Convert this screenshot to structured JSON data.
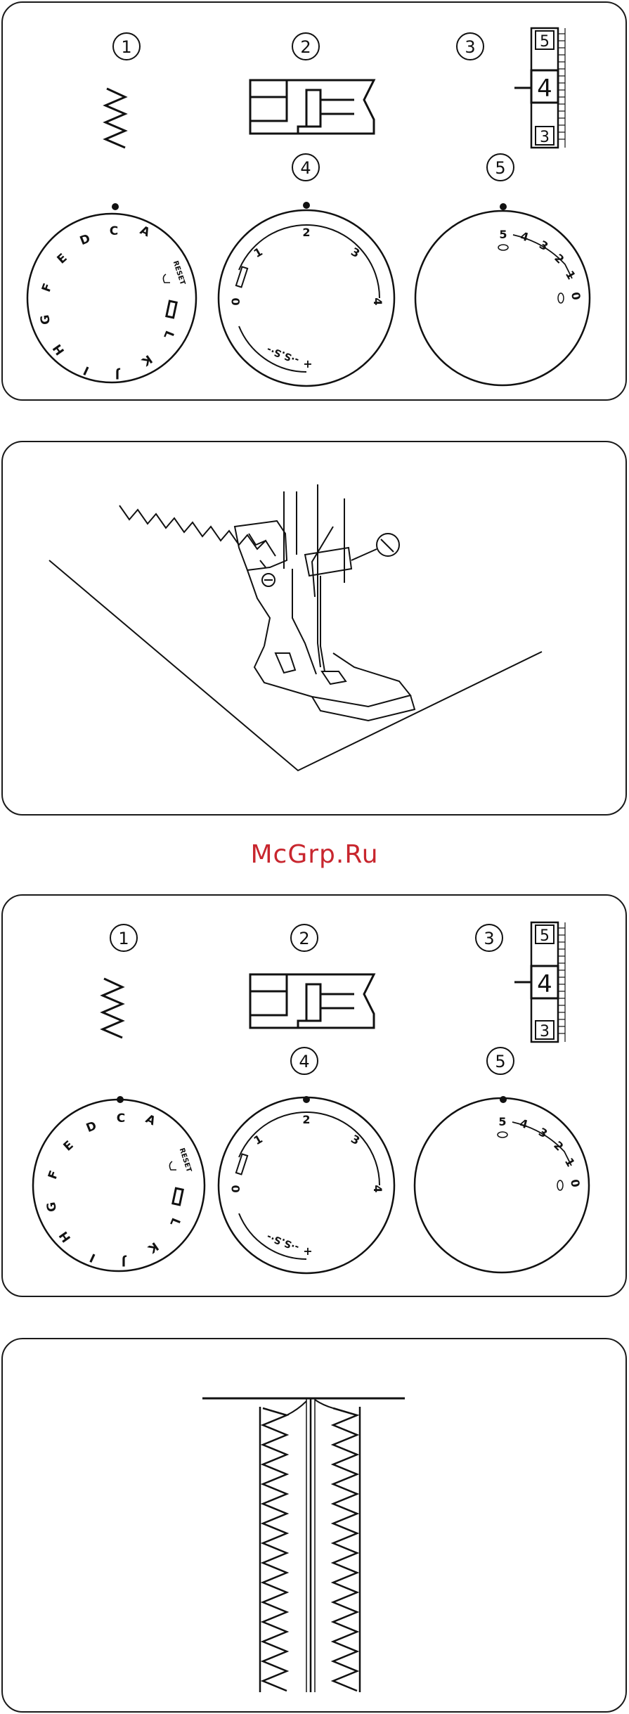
{
  "watermark": "McGrp.Ru",
  "settings_panels": [
    {
      "markers": [
        "1",
        "2",
        "3",
        "4",
        "5"
      ],
      "pattern_dial": {
        "letters": [
          "C",
          "D",
          "E",
          "F",
          "G",
          "H",
          "I",
          "J",
          "K",
          "L"
        ],
        "top_letter": "A",
        "reset_label": "RESET"
      },
      "width_dial": {
        "labels": [
          "0",
          "1",
          "2",
          "3",
          "4"
        ],
        "ss_label": "-·S.S·-",
        "plus_label": "+"
      },
      "tension_dial": {
        "labels": [
          "5",
          "4",
          "3",
          "2",
          "1",
          "0"
        ]
      },
      "length_gauge": {
        "top": "5",
        "selected": "4",
        "bottom": "3"
      }
    },
    {
      "markers": [
        "1",
        "2",
        "3",
        "4",
        "5"
      ],
      "pattern_dial": {
        "letters": [
          "C",
          "D",
          "E",
          "F",
          "G",
          "H",
          "I",
          "J",
          "K",
          "L"
        ],
        "top_letter": "A",
        "reset_label": "RESET"
      },
      "width_dial": {
        "labels": [
          "0",
          "1",
          "2",
          "3",
          "4"
        ],
        "ss_label": "-·S.S·-",
        "plus_label": "+"
      },
      "tension_dial": {
        "labels": [
          "5",
          "4",
          "3",
          "2",
          "1",
          "0"
        ]
      },
      "length_gauge": {
        "top": "5",
        "selected": "4",
        "bottom": "3"
      }
    }
  ]
}
